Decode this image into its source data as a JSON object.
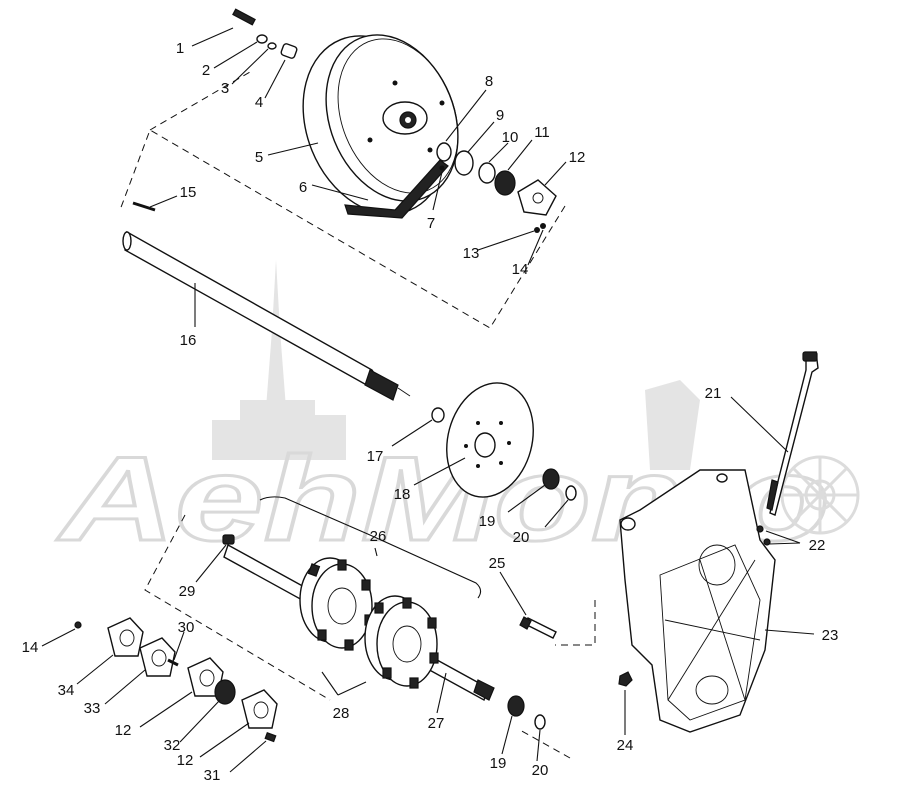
{
  "watermark": {
    "text": "AehMomo",
    "color": "#d9d9d9",
    "icon": "cathedral-spire-and-wheel-watermark"
  },
  "callouts": [
    {
      "id": "c1",
      "label": "1"
    },
    {
      "id": "c2",
      "label": "2"
    },
    {
      "id": "c3",
      "label": "3"
    },
    {
      "id": "c4",
      "label": "4"
    },
    {
      "id": "c5",
      "label": "5"
    },
    {
      "id": "c6",
      "label": "6"
    },
    {
      "id": "c7",
      "label": "7"
    },
    {
      "id": "c8",
      "label": "8"
    },
    {
      "id": "c9",
      "label": "9"
    },
    {
      "id": "c10",
      "label": "10"
    },
    {
      "id": "c11",
      "label": "11"
    },
    {
      "id": "c12a",
      "label": "12"
    },
    {
      "id": "c13",
      "label": "13"
    },
    {
      "id": "c14a",
      "label": "14"
    },
    {
      "id": "c15",
      "label": "15"
    },
    {
      "id": "c16",
      "label": "16"
    },
    {
      "id": "c17",
      "label": "17"
    },
    {
      "id": "c18",
      "label": "18"
    },
    {
      "id": "c19a",
      "label": "19"
    },
    {
      "id": "c20a",
      "label": "20"
    },
    {
      "id": "c21",
      "label": "21"
    },
    {
      "id": "c22",
      "label": "22"
    },
    {
      "id": "c23",
      "label": "23"
    },
    {
      "id": "c24",
      "label": "24"
    },
    {
      "id": "c25",
      "label": "25"
    },
    {
      "id": "c26",
      "label": "26"
    },
    {
      "id": "c27",
      "label": "27"
    },
    {
      "id": "c28",
      "label": "28"
    },
    {
      "id": "c29",
      "label": "29"
    },
    {
      "id": "c30",
      "label": "30"
    },
    {
      "id": "c31",
      "label": "31"
    },
    {
      "id": "c32",
      "label": "32"
    },
    {
      "id": "c33",
      "label": "33"
    },
    {
      "id": "c34",
      "label": "34"
    },
    {
      "id": "c12b",
      "label": "12"
    },
    {
      "id": "c12c",
      "label": "12"
    },
    {
      "id": "c14b",
      "label": "14"
    },
    {
      "id": "c19b",
      "label": "19"
    },
    {
      "id": "c20b",
      "label": "20"
    }
  ]
}
